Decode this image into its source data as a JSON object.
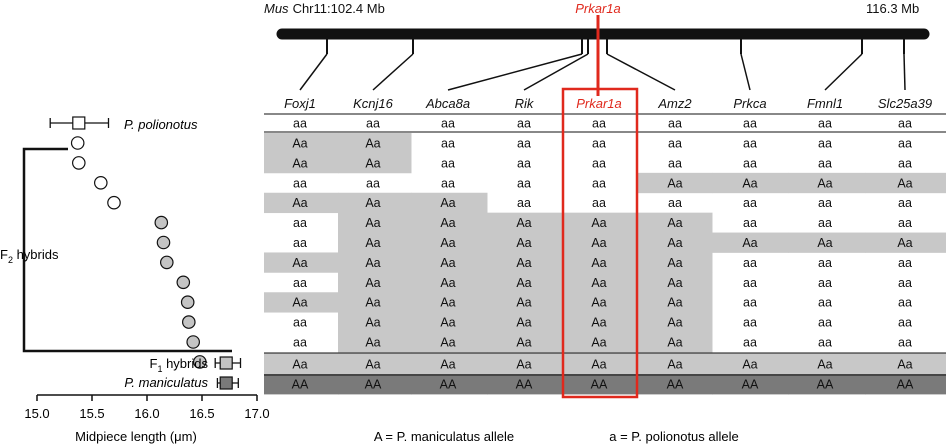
{
  "chromosome": {
    "species": "Mus",
    "left_label": "Chr11:102.4 Mb",
    "right_label": "116.3 Mb",
    "highlight_gene": "Prkar1a"
  },
  "genes": [
    "Foxj1",
    "Kcnj16",
    "Abca8a",
    "Rik",
    "Prkar1a",
    "Amz2",
    "Prkca",
    "Fmnl1",
    "Slc25a39"
  ],
  "parents": {
    "polionotus_label": "P. polionotus",
    "maniculatus_label": "P. maniculatus",
    "f1_label_main": "F",
    "f1_label_sub": "1",
    "f1_label_tail": " hybrids",
    "f2_label_main": "F",
    "f2_label_sub": "2",
    "f2_label_tail": " hybrids"
  },
  "genotype_rows": [
    {
      "group": "P. polionotus",
      "cells": [
        "aa",
        "aa",
        "aa",
        "aa",
        "aa",
        "aa",
        "aa",
        "aa",
        "aa"
      ]
    },
    {
      "group": "F2",
      "cells": [
        "Aa",
        "Aa",
        "aa",
        "aa",
        "aa",
        "aa",
        "aa",
        "aa",
        "aa"
      ]
    },
    {
      "group": "F2",
      "cells": [
        "Aa",
        "Aa",
        "aa",
        "aa",
        "aa",
        "aa",
        "aa",
        "aa",
        "aa"
      ]
    },
    {
      "group": "F2",
      "cells": [
        "aa",
        "aa",
        "aa",
        "aa",
        "aa",
        "Aa",
        "Aa",
        "Aa",
        "Aa"
      ]
    },
    {
      "group": "F2",
      "cells": [
        "Aa",
        "Aa",
        "Aa",
        "aa",
        "aa",
        "aa",
        "aa",
        "aa",
        "aa"
      ]
    },
    {
      "group": "F2",
      "cells": [
        "aa",
        "Aa",
        "Aa",
        "Aa",
        "Aa",
        "Aa",
        "aa",
        "aa",
        "aa"
      ]
    },
    {
      "group": "F2",
      "cells": [
        "aa",
        "Aa",
        "Aa",
        "Aa",
        "Aa",
        "Aa",
        "Aa",
        "Aa",
        "Aa"
      ]
    },
    {
      "group": "F2",
      "cells": [
        "Aa",
        "Aa",
        "Aa",
        "Aa",
        "Aa",
        "Aa",
        "aa",
        "aa",
        "aa"
      ]
    },
    {
      "group": "F2",
      "cells": [
        "aa",
        "Aa",
        "Aa",
        "Aa",
        "Aa",
        "Aa",
        "aa",
        "aa",
        "aa"
      ]
    },
    {
      "group": "F2",
      "cells": [
        "Aa",
        "Aa",
        "Aa",
        "Aa",
        "Aa",
        "Aa",
        "aa",
        "aa",
        "aa"
      ]
    },
    {
      "group": "F2",
      "cells": [
        "aa",
        "Aa",
        "Aa",
        "Aa",
        "Aa",
        "Aa",
        "aa",
        "aa",
        "aa"
      ]
    },
    {
      "group": "F2",
      "cells": [
        "aa",
        "Aa",
        "Aa",
        "Aa",
        "Aa",
        "Aa",
        "aa",
        "aa",
        "aa"
      ]
    },
    {
      "group": "F1",
      "cells": [
        "Aa",
        "Aa",
        "Aa",
        "Aa",
        "Aa",
        "Aa",
        "Aa",
        "Aa",
        "Aa"
      ]
    },
    {
      "group": "P. maniculatus",
      "cells": [
        "AA",
        "AA",
        "AA",
        "AA",
        "AA",
        "AA",
        "AA",
        "AA",
        "AA"
      ]
    }
  ],
  "chart_data": {
    "type": "scatter",
    "xlabel": "Midpiece length (μm)",
    "xlim": [
      15.0,
      17.0
    ],
    "xticks": [
      "15.0",
      "15.5",
      "16.0",
      "16.5",
      "17.0"
    ],
    "parents": [
      {
        "name": "P. polionotus",
        "mean": 15.38,
        "low": 15.12,
        "high": 15.65
      },
      {
        "name": "F1 hybrids",
        "mean": 16.72,
        "low": 16.62,
        "high": 16.85
      },
      {
        "name": "P. maniculatus",
        "mean": 16.72,
        "low": 16.64,
        "high": 16.83
      }
    ],
    "f2_points": [
      15.37,
      15.38,
      15.58,
      15.7,
      16.13,
      16.15,
      16.18,
      16.33,
      16.37,
      16.38,
      16.42,
      16.48
    ]
  },
  "legend": {
    "allele_A": "A = P. maniculatus allele",
    "allele_a": "a = P. polionotus allele"
  },
  "colors": {
    "highlight": "#e0291d",
    "hetero_shade": "#c8c8c8",
    "homo_shade": "#7a7a7a",
    "f2_fill_white": "#ffffff",
    "f2_fill_grey": "#c4c4c4"
  }
}
